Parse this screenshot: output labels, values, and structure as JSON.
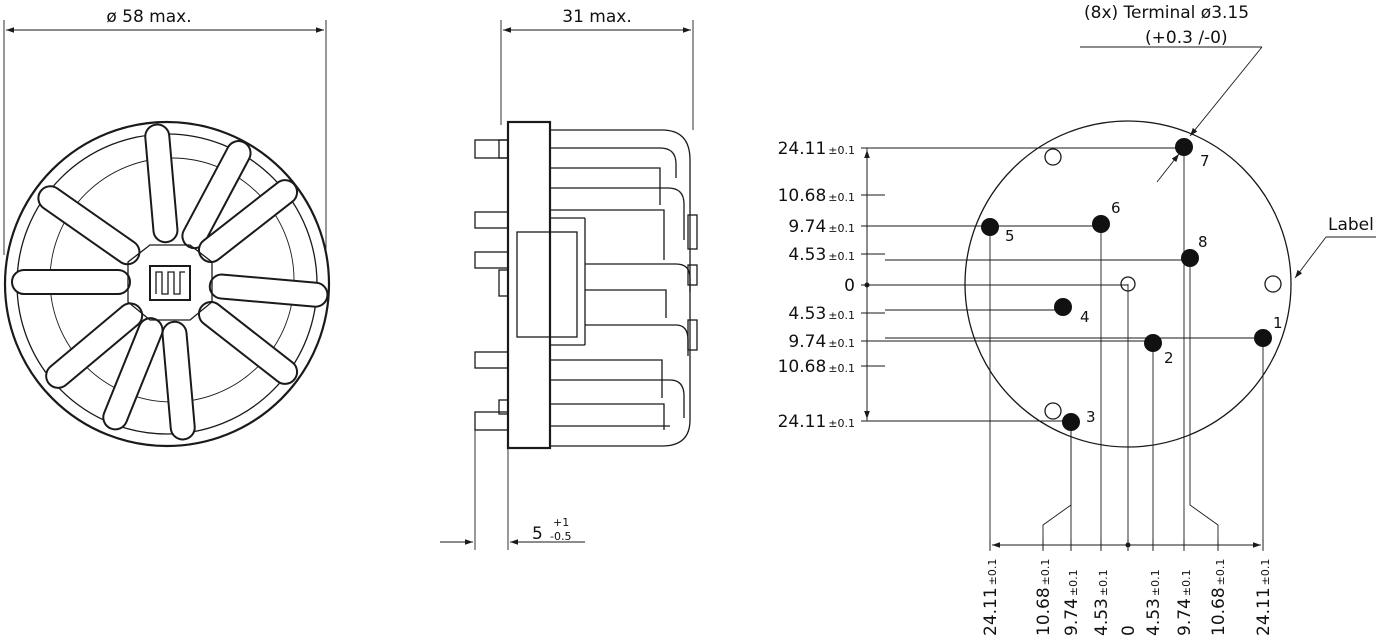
{
  "front_view": {
    "diameter_label": "ø 58 max."
  },
  "side_view": {
    "length_label": "31 max.",
    "pin_length": "5",
    "pin_tol_plus": "+1",
    "pin_tol_minus": "-0.5"
  },
  "terminal_callout": {
    "line1": "(8x) Terminal ø3.15",
    "line2": "(+0.3 /-0)"
  },
  "label_callout": "Label",
  "tolerance": "±0.1",
  "vertical_dims": [
    {
      "value": "24.11",
      "tol": "±0.1"
    },
    {
      "value": "10.68",
      "tol": "±0.1"
    },
    {
      "value": "9.74",
      "tol": "±0.1"
    },
    {
      "value": "4.53",
      "tol": "±0.1"
    },
    {
      "value": "0",
      "tol": ""
    },
    {
      "value": "4.53",
      "tol": "±0.1"
    },
    {
      "value": "9.74",
      "tol": "±0.1"
    },
    {
      "value": "10.68",
      "tol": "±0.1"
    },
    {
      "value": "24.11",
      "tol": "±0.1"
    }
  ],
  "horizontal_dims": [
    {
      "value": "24.11",
      "tol": "±0.1"
    },
    {
      "value": "10.68",
      "tol": "±0.1"
    },
    {
      "value": "9.74",
      "tol": "±0.1"
    },
    {
      "value": "4.53",
      "tol": "±0.1"
    },
    {
      "value": "0",
      "tol": ""
    },
    {
      "value": "4.53",
      "tol": "±0.1"
    },
    {
      "value": "9.74",
      "tol": "±0.1"
    },
    {
      "value": "10.68",
      "tol": "±0.1"
    },
    {
      "value": "24.11",
      "tol": "±0.1"
    }
  ],
  "pins": [
    "1",
    "2",
    "3",
    "4",
    "5",
    "6",
    "7",
    "8"
  ]
}
